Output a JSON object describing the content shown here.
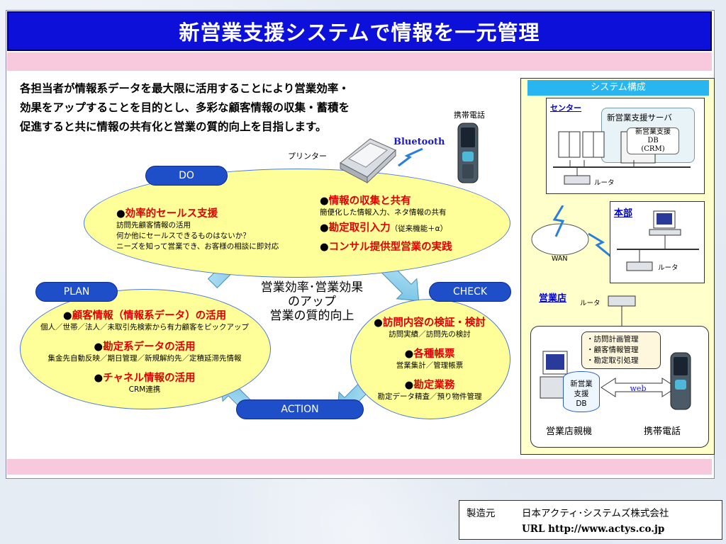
{
  "title": "新営業支援システムで情報を一元管理",
  "intro": [
    "各担当者が情報系データを最大限に活用することにより営業効率・",
    "効果をアップすることを目的とし、多彩な顧客情報の収集・蓄積を",
    "促進すると共に情報の共有化と営業の質的向上を目指します。"
  ],
  "devices": {
    "printer": "プリンター",
    "bluetooth": "Bluetooth",
    "phone": "携帯電話"
  },
  "cycle": {
    "do": {
      "label": "DO",
      "left": {
        "bullet1": "●",
        "h1": "効率的セールス支援",
        "lines": [
          "訪問先顧客情報の活用",
          "何か他にセールスできるものはないか？",
          "ニーズを知って営業でき、お客様の相談に即対応"
        ]
      },
      "right": {
        "bullet1": "●",
        "h1": "情報の収集と共有",
        "l1": "簡便化した情報入力、ネタ情報の共有",
        "bullet2": "●",
        "h2": "勘定取引入力",
        "h2note": "（従来機能＋α）",
        "bullet3": "●",
        "h3": "コンサル提供型営業の実践"
      }
    },
    "plan": {
      "label": "PLAN",
      "items": [
        {
          "bullet": "●",
          "head": "顧客情報（情報系データ）の活用",
          "sub": "個人／世帯／法人／未取引先検索から有力顧客をピックアップ"
        },
        {
          "bullet": "●",
          "head": "勘定系データの活用",
          "sub": "集金先自動反映／期日管理／新規解約先／定積延滞先情報"
        },
        {
          "bullet": "●",
          "head": "チャネル情報の活用",
          "sub": "CRM連携"
        }
      ]
    },
    "check": {
      "label": "CHECK",
      "items": [
        {
          "bullet": "●",
          "head": "訪問内容の検証・検討",
          "sub": "訪問実績／訪問先の検討"
        },
        {
          "bullet": "●",
          "head": "各種帳票",
          "sub": "営業集計／管理帳票"
        },
        {
          "bullet": "●",
          "head": "勘定業務",
          "sub": "勘定データ精査／預り物件管理"
        }
      ]
    },
    "action": {
      "label": "ACTION"
    },
    "center": [
      "営業効率･営業効果",
      "のアップ",
      "営業の質的向上"
    ]
  },
  "system": {
    "header": "システム構成",
    "center": {
      "label": "センター",
      "server": "新営業支援サーバ",
      "db": [
        "新営業支援",
        "DB",
        "(CRM)"
      ],
      "router": "ルータ"
    },
    "wan": "WAN",
    "honbu": {
      "label": "本部",
      "router": "ルータ"
    },
    "branch": {
      "label": "営業店",
      "router": "ルータ",
      "bubble": [
        "・訪問計画管理",
        "・顧客情報管理",
        "・勘定取引処理"
      ],
      "db": [
        "新営業",
        "支援",
        "DB"
      ],
      "web": "web",
      "pc_label": "営業店親機",
      "phone_label": "携帯電話"
    }
  },
  "credit": {
    "maker_label": "製造元",
    "maker": "日本アクティ･システムズ株式会社",
    "url": "URL  http://www.actys.co.jp"
  },
  "colors": {
    "title_bar": "#0c10d8",
    "pink": "#f8c8dc",
    "ellipse": "#ffff99",
    "pill": "#1f4fc8",
    "accent_red": "#e10000",
    "sys_header": "#29b6f0",
    "panel": "#ffffcc"
  }
}
